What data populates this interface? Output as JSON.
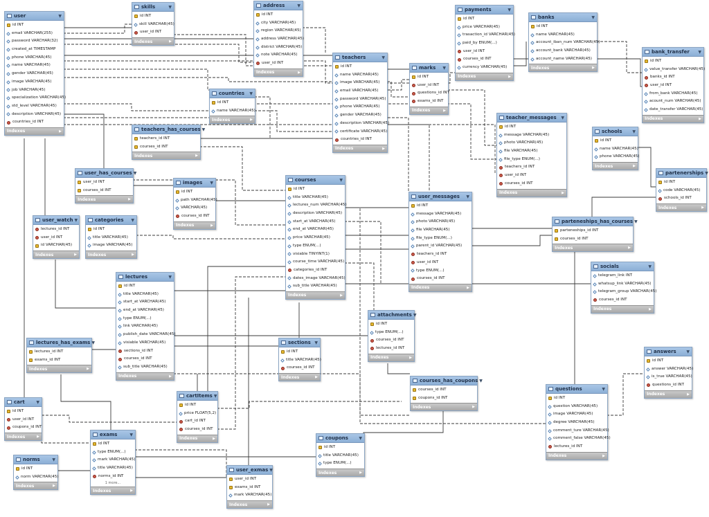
{
  "tables": {
    "user": {
      "name": "user",
      "columns": [
        {
          "t": "pk",
          "text": "id INT"
        },
        {
          "t": "col",
          "text": "email VARCHAR(255)"
        },
        {
          "t": "col",
          "text": "password VARCHAR(32)"
        },
        {
          "t": "col",
          "text": "created_at TIMESTAMP"
        },
        {
          "t": "col",
          "text": "phone VARCHAR(45)"
        },
        {
          "t": "col",
          "text": "name VARCHAR(45)"
        },
        {
          "t": "col",
          "text": "gender VARCHAR(45)"
        },
        {
          "t": "col",
          "text": "image VARCHAR(45)"
        },
        {
          "t": "col",
          "text": "job VARCHAR(45)"
        },
        {
          "t": "col",
          "text": "specialization VARCHAR(45)"
        },
        {
          "t": "col",
          "text": "std_level VARCHAR(45)"
        },
        {
          "t": "col",
          "text": "description VARCHAR(45)"
        },
        {
          "t": "fk",
          "text": "countries_id INT"
        }
      ],
      "footer": "Indexes"
    },
    "skills": {
      "name": "skills",
      "columns": [
        {
          "t": "pk",
          "text": "id INT"
        },
        {
          "t": "col",
          "text": "skill VARCHAR(45)"
        },
        {
          "t": "fk",
          "text": "user_id INT"
        }
      ],
      "footer": "Indexes"
    },
    "address": {
      "name": "address",
      "columns": [
        {
          "t": "pk",
          "text": "id INT"
        },
        {
          "t": "col",
          "text": "city VARCHAR(45)"
        },
        {
          "t": "col",
          "text": "region VARCHAR(45)"
        },
        {
          "t": "col",
          "text": "address VARCHAR(45)"
        },
        {
          "t": "col",
          "text": "district VARCHAR(45)"
        },
        {
          "t": "col",
          "text": "note VARCHAR(45)"
        },
        {
          "t": "fk",
          "text": "user_id INT"
        }
      ],
      "footer": "Indexes"
    },
    "payments": {
      "name": "payments",
      "columns": [
        {
          "t": "pk",
          "text": "id INT"
        },
        {
          "t": "col",
          "text": "price VARCHAR(45)"
        },
        {
          "t": "col",
          "text": "trasaction_id VARCHAR(45)"
        },
        {
          "t": "col",
          "text": "paid_by ENUM(...)"
        },
        {
          "t": "fk",
          "text": "user_id INT"
        },
        {
          "t": "fk",
          "text": "courses_id INT"
        },
        {
          "t": "col",
          "text": "currency VARCHAR(45)"
        }
      ],
      "footer": "Indexes"
    },
    "banks": {
      "name": "banks",
      "columns": [
        {
          "t": "pk",
          "text": "id INT"
        },
        {
          "t": "col",
          "text": "name VARCHAR(45)"
        },
        {
          "t": "col",
          "text": "account_iban_num VARCHAR(45)"
        },
        {
          "t": "col",
          "text": "account_bank VARCHAR(45)"
        },
        {
          "t": "col",
          "text": "account_name VARCHAR(45)"
        }
      ],
      "footer": "Indexes"
    },
    "bank_transfer": {
      "name": "bank_transfer",
      "columns": [
        {
          "t": "pk",
          "text": "id INT"
        },
        {
          "t": "col",
          "text": "value_transfer VARCHAR(45)"
        },
        {
          "t": "fk",
          "text": "banks_id INT"
        },
        {
          "t": "fk",
          "text": "user_id INT"
        },
        {
          "t": "col",
          "text": "from_bank VARCHAR(45)"
        },
        {
          "t": "col",
          "text": "acount_num VARCHAR(45)"
        },
        {
          "t": "col",
          "text": "date_transfer VARCHAR(45)"
        }
      ],
      "footer": "Indexes"
    },
    "teachers": {
      "name": "teachers",
      "columns": [
        {
          "t": "pk",
          "text": "id INT"
        },
        {
          "t": "col",
          "text": "name VARCHAR(45)"
        },
        {
          "t": "col",
          "text": "image VARCHAR(45)"
        },
        {
          "t": "col",
          "text": "email VARCHAR(45)"
        },
        {
          "t": "col",
          "text": "password VARCHAR(45)"
        },
        {
          "t": "col",
          "text": "phone VARCHAR(45)"
        },
        {
          "t": "col",
          "text": "gender VARCHAR(45)"
        },
        {
          "t": "col",
          "text": "description VARCHAR(45)"
        },
        {
          "t": "col",
          "text": "certificate VARCHAR(45)"
        },
        {
          "t": "fk",
          "text": "countries_id INT"
        }
      ],
      "footer": "Indexes"
    },
    "marks": {
      "name": "marks",
      "columns": [
        {
          "t": "pk",
          "text": "id INT"
        },
        {
          "t": "fk",
          "text": "user_id INT"
        },
        {
          "t": "fk",
          "text": "questions_id INT"
        },
        {
          "t": "fk",
          "text": "exams_id INT"
        }
      ],
      "footer": "Indexes"
    },
    "countries": {
      "name": "countries",
      "columns": [
        {
          "t": "pk",
          "text": "id INT"
        },
        {
          "t": "col",
          "text": "name VARCHAR(45)"
        }
      ],
      "footer": "Indexes"
    },
    "teacher_messages": {
      "name": "teacher_messages",
      "columns": [
        {
          "t": "pk",
          "text": "id INT"
        },
        {
          "t": "col",
          "text": "message VARCHAR(45)"
        },
        {
          "t": "col",
          "text": "photo VARCHAR(45)"
        },
        {
          "t": "col",
          "text": "file VARCHAR(45)"
        },
        {
          "t": "col",
          "text": "file_type ENUM(...)"
        },
        {
          "t": "fk",
          "text": "teachers_id INT"
        },
        {
          "t": "fk",
          "text": "user_id INT"
        },
        {
          "t": "fk",
          "text": "courses_id INT"
        }
      ],
      "footer": "Indexes"
    },
    "teachers_has_courses": {
      "name": "teachers_has_courses",
      "columns": [
        {
          "t": "pk",
          "text": "teachers_id INT"
        },
        {
          "t": "pk",
          "text": "courses_id INT"
        }
      ],
      "footer": "Indexes"
    },
    "schools": {
      "name": "schools",
      "columns": [
        {
          "t": "pk",
          "text": "id INT"
        },
        {
          "t": "col",
          "text": "name VARCHAR(45)"
        },
        {
          "t": "col",
          "text": "phone VARCHAR(45)"
        }
      ],
      "footer": "Indexes"
    },
    "partenerships": {
      "name": "partenerships",
      "columns": [
        {
          "t": "pk",
          "text": "id INT"
        },
        {
          "t": "col",
          "text": "code VARCHAR(45)"
        },
        {
          "t": "fk",
          "text": "schools_id INT"
        }
      ],
      "footer": "Indexes"
    },
    "user_has_courses": {
      "name": "user_has_courses",
      "columns": [
        {
          "t": "pk",
          "text": "user_id INT"
        },
        {
          "t": "pk",
          "text": "courses_id INT"
        }
      ],
      "footer": "Indexes"
    },
    "images": {
      "name": "images",
      "columns": [
        {
          "t": "pk",
          "text": "id INT"
        },
        {
          "t": "col",
          "text": "path VARCHAR(45)"
        },
        {
          "t": "col",
          "text": "VARCHAR(45)"
        },
        {
          "t": "fk",
          "text": "courses_id INT"
        }
      ],
      "footer": "Indexes"
    },
    "courses": {
      "name": "courses",
      "columns": [
        {
          "t": "pk",
          "text": "id INT"
        },
        {
          "t": "col",
          "text": "title VARCHAR(45)"
        },
        {
          "t": "col",
          "text": "lectures_num VARCHAR(45)"
        },
        {
          "t": "col",
          "text": "description VARCHAR(45)"
        },
        {
          "t": "col",
          "text": "start_at VARCHAR(45)"
        },
        {
          "t": "col",
          "text": "end_at VARCHAR(45)"
        },
        {
          "t": "col",
          "text": "price VARCHAR(45)"
        },
        {
          "t": "col",
          "text": "type ENUM(...)"
        },
        {
          "t": "col",
          "text": "visiable TINYINT(1)"
        },
        {
          "t": "col",
          "text": "course_time VARCHAR(45)"
        },
        {
          "t": "fk",
          "text": "categories_id INT"
        },
        {
          "t": "col",
          "text": "dates_image VARCHAR(45)"
        },
        {
          "t": "col",
          "text": "sub_title VARCHAR(45)"
        }
      ],
      "footer": "Indexes"
    },
    "user_messages": {
      "name": "user_messages",
      "columns": [
        {
          "t": "pk",
          "text": "id INT"
        },
        {
          "t": "col",
          "text": "message VARCHAR(45)"
        },
        {
          "t": "col",
          "text": "photo VARCHAR(45)"
        },
        {
          "t": "col",
          "text": "file VARCHAR(45)"
        },
        {
          "t": "col",
          "text": "file_type ENUM(...)"
        },
        {
          "t": "col",
          "text": "parent_id VARCHAR(45)"
        },
        {
          "t": "fk",
          "text": "teachers_id INT"
        },
        {
          "t": "fk",
          "text": "user_id INT"
        },
        {
          "t": "col",
          "text": "type ENUM(...)"
        },
        {
          "t": "fk",
          "text": "courses_id INT"
        }
      ],
      "footer": "Indexes"
    },
    "user_watch": {
      "name": "user_watch",
      "columns": [
        {
          "t": "fk",
          "text": "lectures_id INT"
        },
        {
          "t": "fk",
          "text": "user_id INT"
        },
        {
          "t": "pk",
          "text": "id VARCHAR(45)"
        }
      ],
      "footer": "Indexes"
    },
    "categories": {
      "name": "categories",
      "columns": [
        {
          "t": "pk",
          "text": "id INT"
        },
        {
          "t": "col",
          "text": "title VARCHAR(45)"
        },
        {
          "t": "col",
          "text": "image VARCHAR(45)"
        }
      ],
      "footer": "Indexes"
    },
    "parteneships_has_courses": {
      "name": "parteneships_has_courses",
      "columns": [
        {
          "t": "pk",
          "text": "parteneships_id INT"
        },
        {
          "t": "pk",
          "text": "courses_id INT"
        }
      ],
      "footer": "Indexes"
    },
    "socials": {
      "name": "socials",
      "columns": [
        {
          "t": "col",
          "text": "telegram_link INT"
        },
        {
          "t": "col",
          "text": "whatsup_link VARCHAR(45)"
        },
        {
          "t": "col",
          "text": "telegram_group VARCHAR(45)"
        },
        {
          "t": "fk",
          "text": "courses_id INT"
        }
      ],
      "footer": "Indexes"
    },
    "lectures": {
      "name": "lectures",
      "columns": [
        {
          "t": "pk",
          "text": "id INT"
        },
        {
          "t": "col",
          "text": "title VARCHAR(45)"
        },
        {
          "t": "col",
          "text": "start_at VARCHAR(45)"
        },
        {
          "t": "col",
          "text": "end_at VARCHAR(45)"
        },
        {
          "t": "col",
          "text": "type ENUM(...)"
        },
        {
          "t": "col",
          "text": "link VARCHAR(45)"
        },
        {
          "t": "col",
          "text": "publish_date VARCHAR(45)"
        },
        {
          "t": "col",
          "text": "visiable VARCHAR(45)"
        },
        {
          "t": "fk",
          "text": "sections_id INT"
        },
        {
          "t": "fk",
          "text": "courses_id INT"
        },
        {
          "t": "col",
          "text": "sub_title VARCHAR(45)"
        }
      ],
      "footer": "Indexes"
    },
    "attachments": {
      "name": "attachments",
      "columns": [
        {
          "t": "pk",
          "text": "id INT"
        },
        {
          "t": "col",
          "text": "type ENUM(...)"
        },
        {
          "t": "fk",
          "text": "courses_id INT"
        },
        {
          "t": "fk",
          "text": "lectures_id INT"
        }
      ],
      "footer": "Indexes"
    },
    "lectures_has_exams": {
      "name": "lectures_has_exams",
      "columns": [
        {
          "t": "pk",
          "text": "lectures_id INT"
        },
        {
          "t": "pk",
          "text": "exams_id INT"
        }
      ],
      "footer": "Indexes"
    },
    "sections": {
      "name": "sections",
      "columns": [
        {
          "t": "pk",
          "text": "id INT"
        },
        {
          "t": "col",
          "text": "title VARCHAR(45)"
        },
        {
          "t": "fk",
          "text": "courses_id INT"
        }
      ],
      "footer": "Indexes"
    },
    "answers": {
      "name": "answers",
      "columns": [
        {
          "t": "pk",
          "text": "id INT"
        },
        {
          "t": "col",
          "text": "answer VARCHAR(45)"
        },
        {
          "t": "col",
          "text": "is_true VARCHAR(45)"
        },
        {
          "t": "fk",
          "text": "questions_id INT"
        }
      ],
      "footer": "Indexes"
    },
    "courses_has_coupons": {
      "name": "courses_has_coupons",
      "columns": [
        {
          "t": "pk",
          "text": "courses_id INT"
        },
        {
          "t": "pk",
          "text": "coupons_id INT"
        }
      ],
      "footer": "Indexes"
    },
    "cart": {
      "name": "cart",
      "columns": [
        {
          "t": "pk",
          "text": "id INT"
        },
        {
          "t": "fk",
          "text": "user_id INT"
        },
        {
          "t": "fk",
          "text": "coupons_id INT"
        }
      ],
      "footer": "Indexes"
    },
    "cartItems": {
      "name": "cartItems",
      "columns": [
        {
          "t": "pk",
          "text": "id INT"
        },
        {
          "t": "col",
          "text": "price FLOAT(5,2)"
        },
        {
          "t": "fk",
          "text": "cart_id INT"
        },
        {
          "t": "fk",
          "text": "courses_id INT"
        }
      ],
      "footer": "Indexes"
    },
    "questions": {
      "name": "questions",
      "columns": [
        {
          "t": "pk",
          "text": "id INT"
        },
        {
          "t": "col",
          "text": "question VARCHAR(45)"
        },
        {
          "t": "col",
          "text": "image VARCHAR(45)"
        },
        {
          "t": "col",
          "text": "degree VARCHAR(45)"
        },
        {
          "t": "col",
          "text": "comment_ture VARCHAR(45)"
        },
        {
          "t": "col",
          "text": "comment_false VARCHAR(45)"
        },
        {
          "t": "fk",
          "text": "lectures_id INT"
        }
      ],
      "footer": "Indexes"
    },
    "exams": {
      "name": "exams",
      "columns": [
        {
          "t": "pk",
          "text": "id INT"
        },
        {
          "t": "col",
          "text": "type ENUM(...)"
        },
        {
          "t": "col",
          "text": "mark VARCHAR(45)"
        },
        {
          "t": "col",
          "text": "title VARCHAR(45)"
        },
        {
          "t": "fk",
          "text": "norms_id INT"
        }
      ],
      "more": "1 more...",
      "footer": "Indexes"
    },
    "coupons": {
      "name": "coupons",
      "columns": [
        {
          "t": "pk",
          "text": "id INT"
        },
        {
          "t": "col",
          "text": "title VARCHAR(45)"
        },
        {
          "t": "col",
          "text": "type ENUM(...)"
        }
      ],
      "footer": "Indexes"
    },
    "norms": {
      "name": "norms",
      "columns": [
        {
          "t": "pk",
          "text": "id INT"
        },
        {
          "t": "col",
          "text": "norm VARCHAR(45)"
        }
      ],
      "footer": "Indexes"
    },
    "user_exmas": {
      "name": "user_exmas",
      "columns": [
        {
          "t": "pk",
          "text": "user_id INT"
        },
        {
          "t": "pk",
          "text": "exams_id INT"
        },
        {
          "t": "col",
          "text": "mark VARCHAR(45)"
        }
      ],
      "footer": "Indexes"
    }
  },
  "colors": {
    "header": "#9dbde0",
    "footer": "#b5b5b5",
    "pk": "#e5b830",
    "fk": "#cc5b4a",
    "line": "#3a3a3a"
  }
}
